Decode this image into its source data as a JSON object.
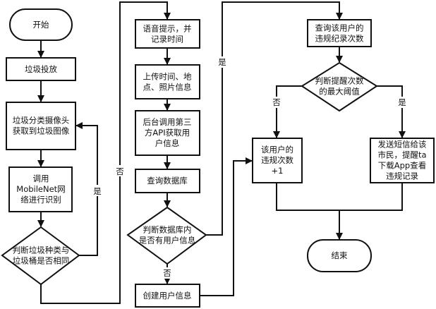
{
  "nodes": {
    "start": {
      "lines": [
        "开始"
      ]
    },
    "drop": {
      "lines": [
        "垃圾投放"
      ]
    },
    "camera": {
      "lines": [
        "垃圾分类摄像头",
        "获取到垃圾图像"
      ]
    },
    "mobilenet": {
      "lines": [
        "调用",
        "MobileNet网",
        "络进行识别"
      ]
    },
    "judge_type": {
      "lines": [
        "判断垃圾种类与",
        "垃圾桶是否相同"
      ]
    },
    "voice": {
      "lines": [
        "语音提示，并",
        "记录时间"
      ]
    },
    "upload": {
      "lines": [
        "上传时间、地",
        "点、照片信息"
      ]
    },
    "api": {
      "lines": [
        "后台调用第三",
        "方API获取用",
        "户信息"
      ]
    },
    "query_db": {
      "lines": [
        "查询数据库"
      ]
    },
    "judge_user": {
      "lines": [
        "判断数据库内",
        "是否有用户信息"
      ]
    },
    "create_user": {
      "lines": [
        "创建用户信息"
      ]
    },
    "query_count": {
      "lines": [
        "查询该用户的",
        "违规纪录次数"
      ]
    },
    "judge_max": {
      "lines": [
        "判断提醒次数",
        "的最大阈值"
      ]
    },
    "increment": {
      "lines": [
        "该用户的",
        "违规次数",
        "+1"
      ]
    },
    "sms": {
      "lines": [
        "发送短信给该",
        "市民，提醒ta",
        "下载App查看",
        "违规记录"
      ]
    },
    "end": {
      "lines": [
        "结束"
      ]
    }
  },
  "edge_labels": {
    "same_yes": "是",
    "same_no": "否",
    "user_yes": "是",
    "user_no": "否",
    "max_no": "否",
    "max_yes": "是"
  },
  "colors": {
    "stroke": "#111111",
    "fill": "#ffffff",
    "text": "#111111"
  }
}
